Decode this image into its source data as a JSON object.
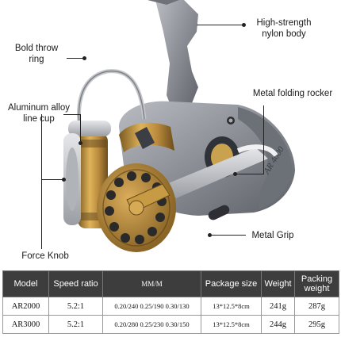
{
  "callouts": {
    "body": "High-strength nylon body",
    "throw_ring": "Bold throw ring",
    "rocker": "Metal folding rocker",
    "line_cup": "Aluminum alloy line cup",
    "grip": "Metal Grip",
    "knob": "Force Knob"
  },
  "reel": {
    "model_mark": "AR 4000",
    "colors": {
      "body": "#8c8f95",
      "gold": "#b8893b",
      "dark": "#3a3d44",
      "accent": "#d4a14a"
    }
  },
  "table": {
    "headers": {
      "model": "Model",
      "speed": "Speed ratio",
      "line": "MM/M",
      "package": "Package size",
      "weight": "Weight",
      "packing": "Packing weight"
    },
    "rows": [
      {
        "model": "AR2000",
        "speed": "5.2:1",
        "line": "0.20/240 0.25/190 0.30/130",
        "package": "13*12.5*8cm",
        "weight": "241g",
        "packing": "287g"
      },
      {
        "model": "AR3000",
        "speed": "5.2:1",
        "line": "0.20/280 0.25/230 0.30/150",
        "package": "13*12.5*8cm",
        "weight": "244g",
        "packing": "295g"
      }
    ]
  }
}
